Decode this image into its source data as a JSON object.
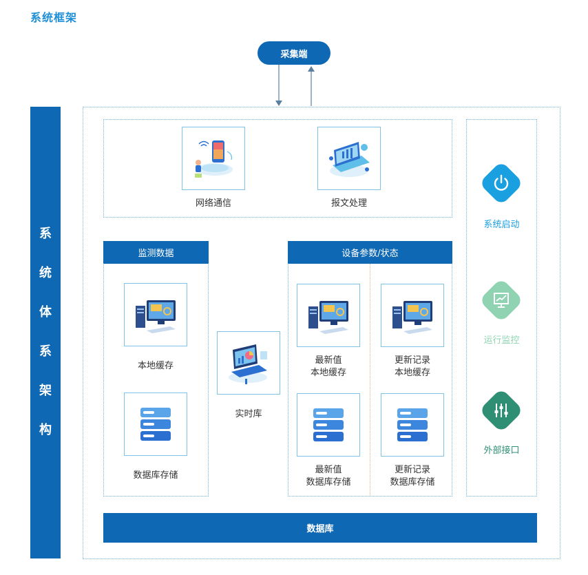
{
  "page": {
    "title": "系统框架"
  },
  "collector": {
    "label": "采集端"
  },
  "side_bar": {
    "chars": [
      "系",
      "统",
      "体",
      "系",
      "架",
      "构"
    ]
  },
  "top": {
    "network_label": "网络通信",
    "message_label": "报文处理"
  },
  "monitor": {
    "header": "监测数据",
    "local_cache_label": "本地缓存",
    "db_storage_label": "数据库存储"
  },
  "realtime": {
    "label": "实时库"
  },
  "device": {
    "header": "设备参数/状态",
    "latest_cache_line1": "最新值",
    "latest_cache_line2": "本地缓存",
    "update_cache_line1": "更新记录",
    "update_cache_line2": "本地缓存",
    "latest_db_line1": "最新值",
    "latest_db_line2": "数据库存储",
    "update_db_line1": "更新记录",
    "update_db_line2": "数据库存储"
  },
  "right": {
    "start_label": "系统启动",
    "monitor_label": "运行监控",
    "interface_label": "外部接口",
    "colors": {
      "start": "#1aa0e0",
      "monitor": "#8fd3b3",
      "interface": "#2e8f74"
    }
  },
  "database": {
    "label": "数据库"
  }
}
